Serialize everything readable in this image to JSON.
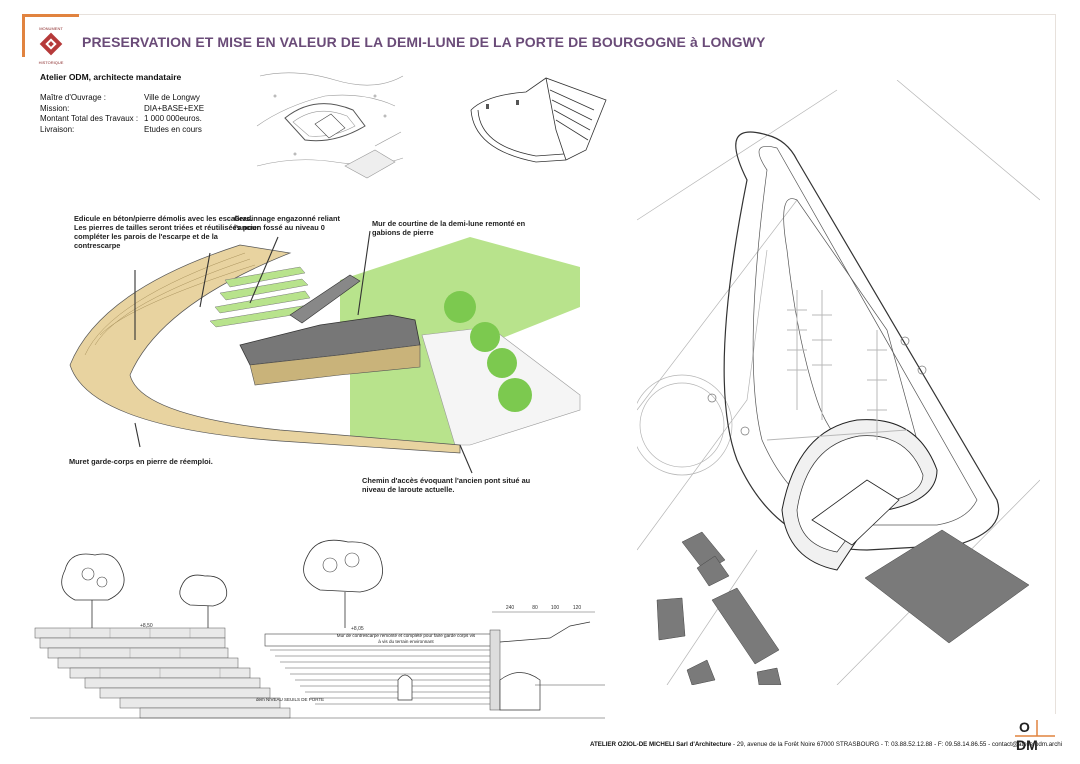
{
  "header": {
    "title": "PRESERVATION ET MISE EN VALEUR DE LA DEMI-LUNE DE LA PORTE DE BOURGOGNE à LONGWY",
    "logo_top_text": "MONUMENT",
    "logo_bottom_text": "HISTORIQUE"
  },
  "project": {
    "atelier": "Atelier ODM, architecte mandataire",
    "rows": [
      {
        "key": "Maître d'Ouvrage :",
        "value": "Ville de Longwy"
      },
      {
        "key": "Mission:",
        "value": "DIA+BASE+EXE"
      },
      {
        "key": "Montant Total des Travaux :",
        "value": "1 000 000euros."
      },
      {
        "key": "Livraison:",
        "value": "Etudes en cours"
      }
    ]
  },
  "annotations": {
    "edicule": "Edicule en béton/pierre démolis avec les escaliers. Les pierres de tailles seront triées et réutilisées pour compléter les parois de l'escarpe et de la contrescarpe",
    "gradinnage": "Gradinnage engazonné reliant l'ancien fossé au niveau 0",
    "mur_courtine": "Mur de courtine de la demi-lune remonté en gabions de pierre",
    "muret": "Muret garde-corps en pierre de réemploi.",
    "chemin": "Chemin d'accès évoquant l'ancien pont situé au niveau de laroute actuelle."
  },
  "section_labels": {
    "level_left": "+8,50",
    "level_mid": "+8,05",
    "mur_note": "Mur de contrescarpe remonté et complété pour faire garde corps vis à vis du terrain environnant",
    "bottom_note": "dem NIVEAU SEUILS DE PORTE",
    "dims": [
      "240",
      "80",
      "100",
      "120"
    ]
  },
  "footer": {
    "company": "ATELIER OZIOL-DE MICHELI Sarl d'Architecture",
    "details": " - 29, avenue de la Forêt Noire 67000 STRASBOURG - T: 03.88.52.12.88 - F: 09.58.14.86.55 - contact@atelierodm.archi"
  },
  "odm_logo": {
    "top": "O",
    "bottom": "DM",
    "accent": "#e1833f"
  },
  "colors": {
    "title": "#6a4b78",
    "accent": "#e1833f",
    "grass": "#b8e38c",
    "stone": "#e8d3a0",
    "tree": "#7cc94f"
  }
}
